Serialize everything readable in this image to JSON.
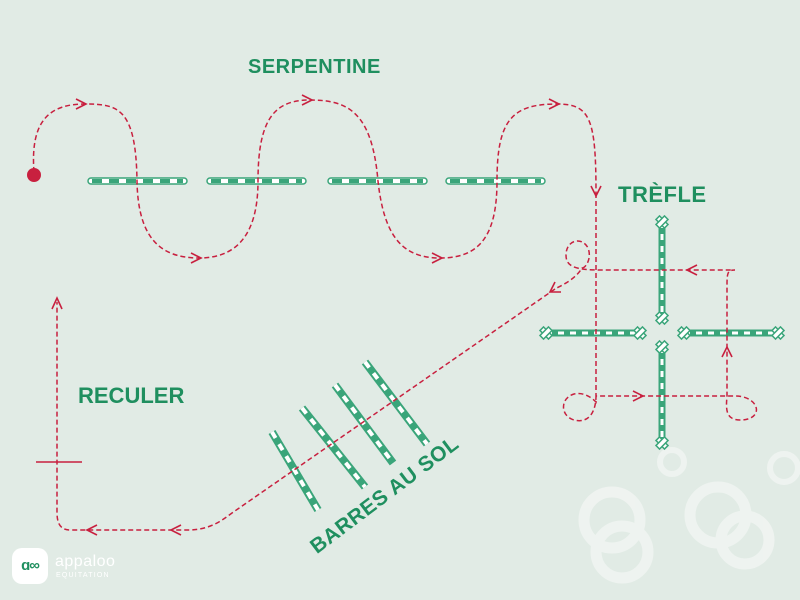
{
  "labels": {
    "serpentine": "SERPENTINE",
    "trefle": "TRÈFLE",
    "reculer": "RECULER",
    "barres_au_sol": "BARRES AU SOL"
  },
  "brand": {
    "logo_mark": "ɑ∞",
    "name": "appaloo",
    "tagline": "EQUITATION"
  },
  "colors": {
    "background": "#e1ebe5",
    "green": "#1f8f5f",
    "pole_green": "#3aa57a",
    "red_path": "#c8203f",
    "white": "#ffffff",
    "decor": "#f1f5f2"
  },
  "icons": [
    "start-dot-icon",
    "arrow-icon",
    "x-marker-icon",
    "logo-icon"
  ]
}
